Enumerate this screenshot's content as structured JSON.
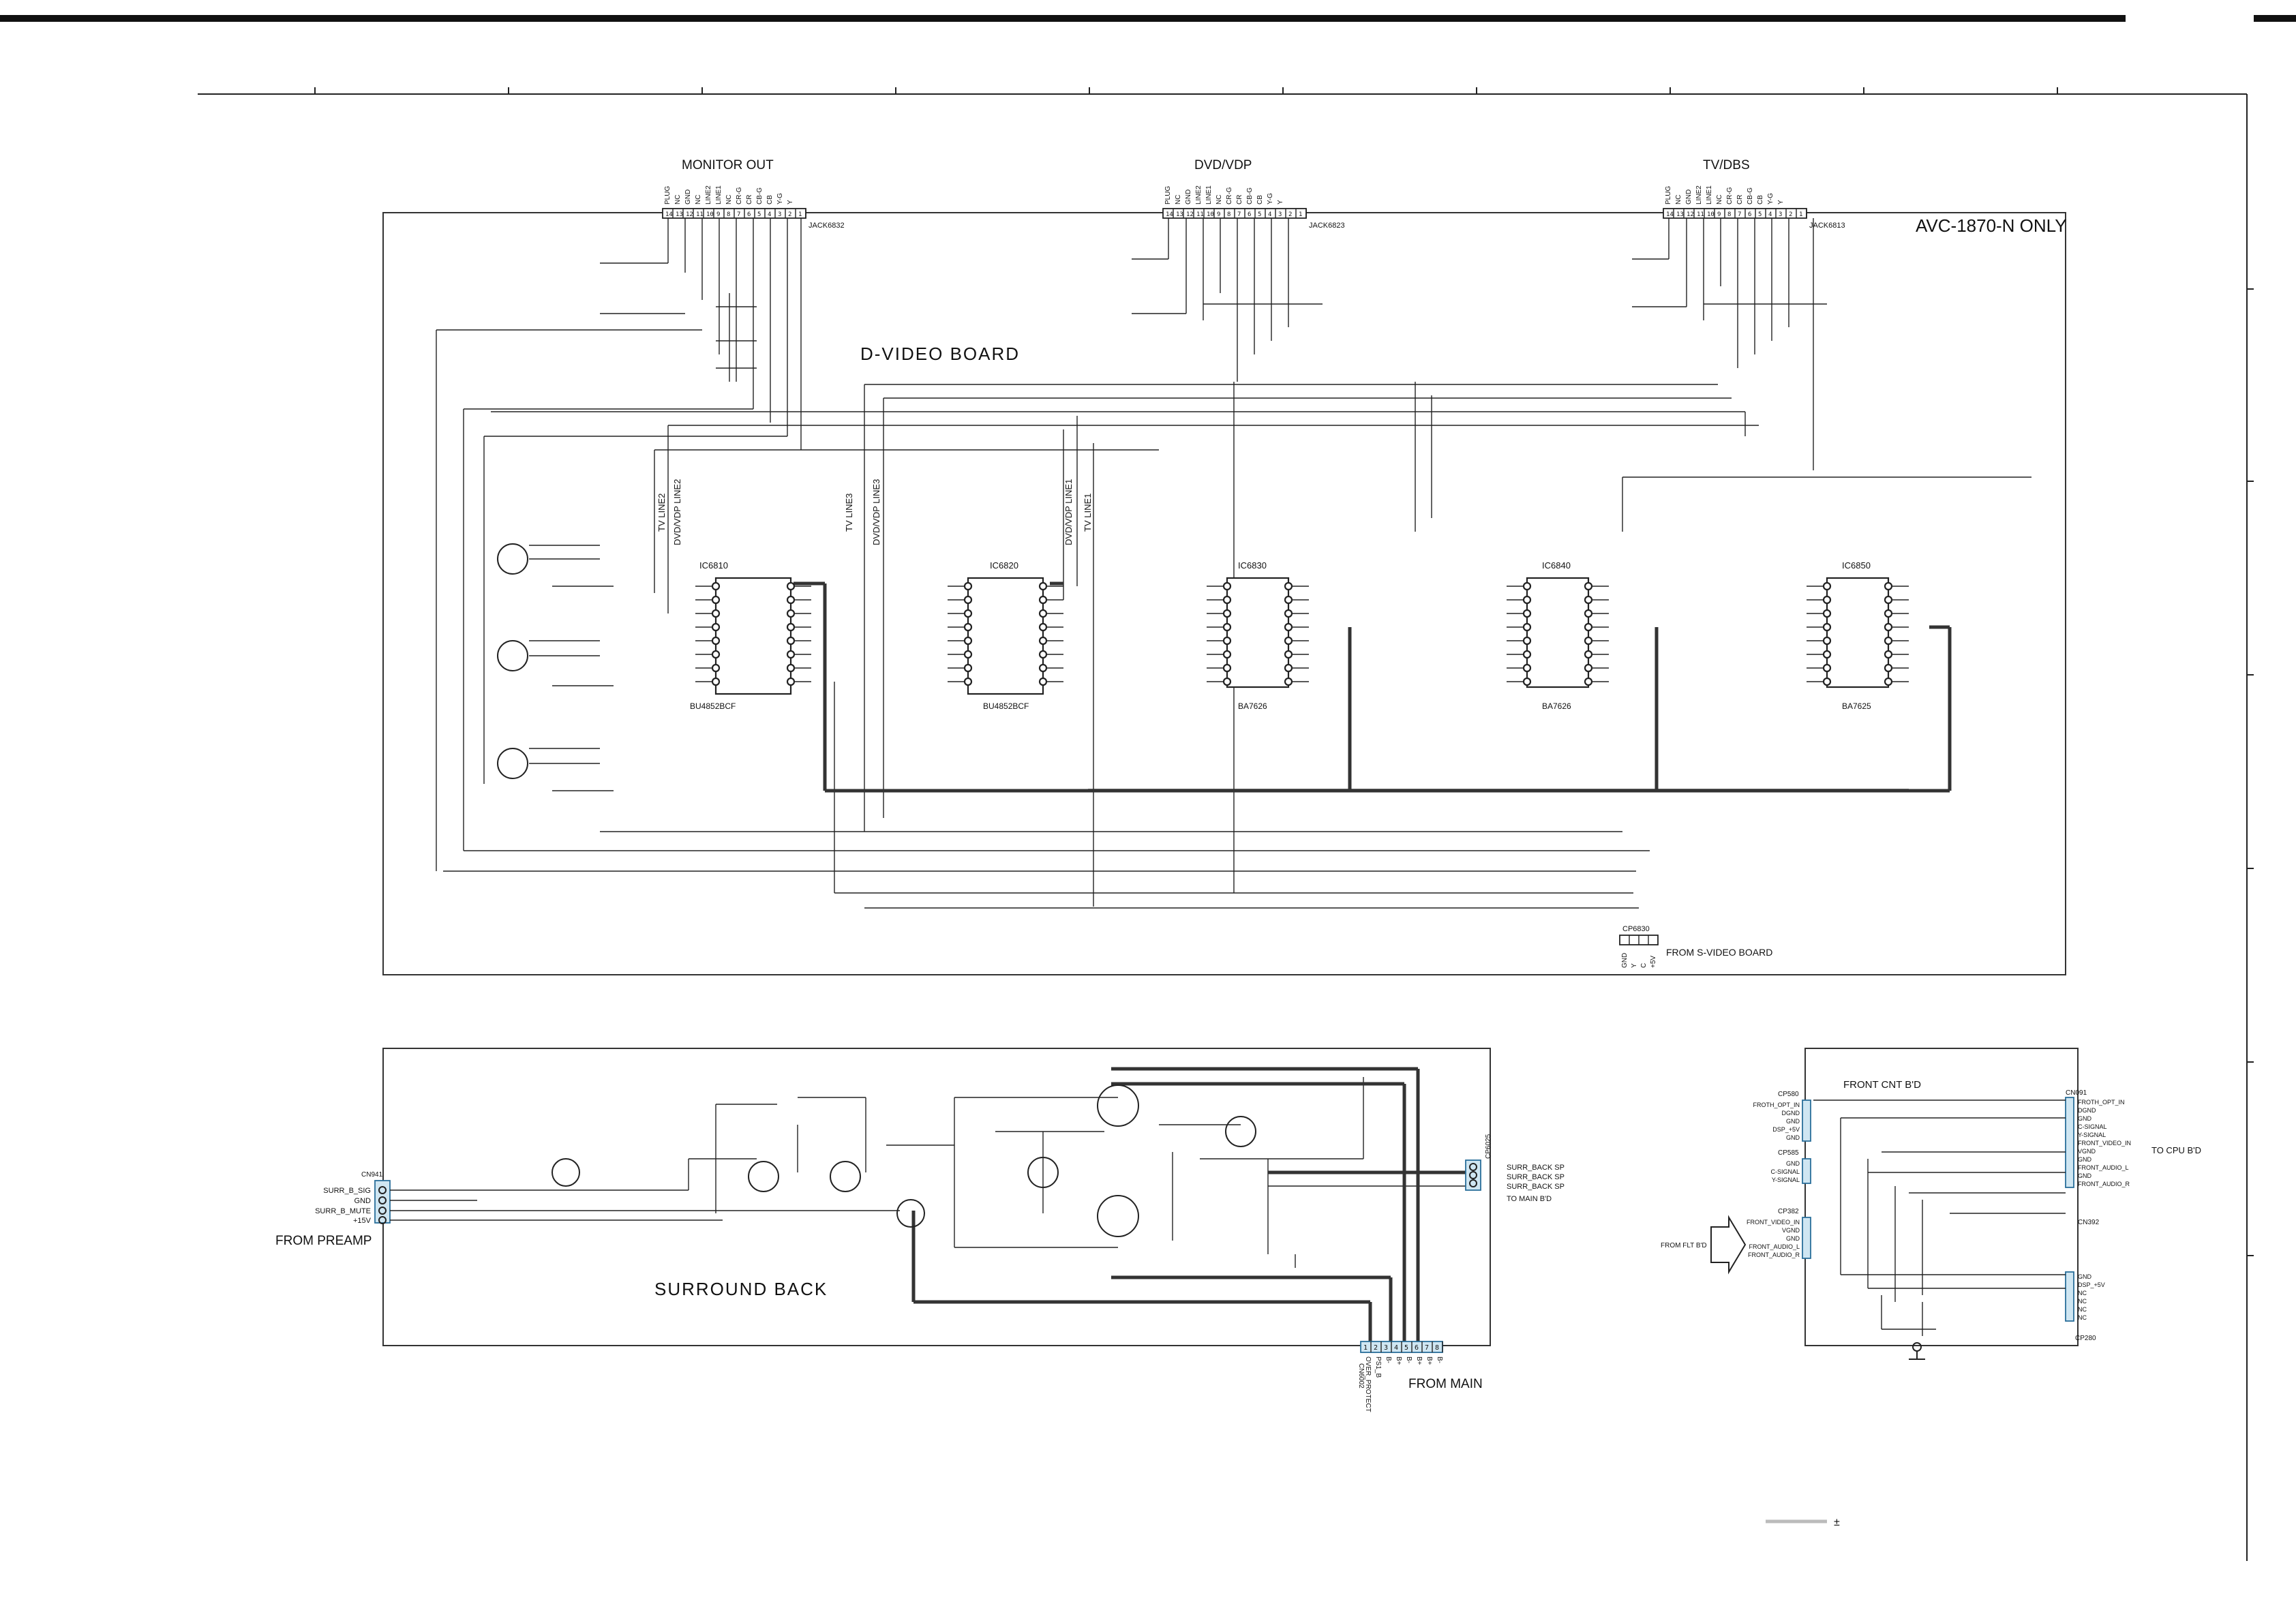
{
  "page": {
    "right_tag": "AVC-1870-N ONLY"
  },
  "dvideo": {
    "board_label": "D-VIDEO BOARD",
    "monitor_out": {
      "title": "MONITOR OUT",
      "jack": "JACK6832",
      "pins": [
        "PLUG",
        "NC",
        "GND",
        "NC",
        "LINE2",
        "LINE1",
        "NC",
        "CR-G",
        "CR",
        "CB-G",
        "CB",
        "Y-G",
        "Y"
      ],
      "pin_numbers": [
        "14",
        "13",
        "12",
        "11",
        "10",
        "9",
        "8",
        "7",
        "6",
        "5",
        "4",
        "3",
        "2",
        "1"
      ]
    },
    "dvd_vdp": {
      "title": "DVD/VDP",
      "jack": "JACK6823",
      "pins": [
        "PLUG",
        "NC",
        "GND",
        "LINE2",
        "LINE1",
        "NC",
        "CR-G",
        "CR",
        "CB-G",
        "CB",
        "Y-G",
        "Y"
      ],
      "pin_numbers": [
        "14",
        "13",
        "12",
        "11",
        "10",
        "9",
        "8",
        "7",
        "6",
        "5",
        "4",
        "3",
        "2",
        "1"
      ]
    },
    "tv_dbs": {
      "title": "TV/DBS",
      "jack": "JACK6813",
      "pins": [
        "PLUG",
        "NC",
        "GND",
        "LINE2",
        "LINE1",
        "NC",
        "CR-G",
        "CR",
        "CB-G",
        "CB",
        "Y-G",
        "Y"
      ],
      "pin_numbers": [
        "14",
        "13",
        "12",
        "11",
        "10",
        "9",
        "8",
        "7",
        "6",
        "5",
        "4",
        "3",
        "2",
        "1"
      ]
    },
    "vertical_labels": [
      "TV LINE2",
      "DVD/VDP LINE2",
      "TV LINE3",
      "DVD/VDP LINE3",
      "DVD/VDP LINE1",
      "TV LINE1"
    ],
    "ics": [
      {
        "ref": "IC6810",
        "part": "BU4852BCF"
      },
      {
        "ref": "IC6820",
        "part": "BU4852BCF"
      },
      {
        "ref": "IC6830",
        "part": "BA7626"
      },
      {
        "ref": "IC6840",
        "part": "BA7626"
      },
      {
        "ref": "IC6850",
        "part": "BA7625"
      }
    ],
    "connector": {
      "ref": "CP6830",
      "pins": [
        "GND",
        "Y",
        "C",
        "+5V"
      ],
      "from": "FROM S-VIDEO BOARD"
    }
  },
  "surround": {
    "board_label": "SURROUND BACK",
    "input_connector": {
      "ref": "CN941",
      "pins": [
        "SURR_B_SIG",
        "GND",
        "SURR_B_MUTE",
        "+15V"
      ],
      "from": "FROM PREAMP"
    },
    "output_connector": {
      "ref": "CP6025",
      "pins": [
        "SURR_BACK SP",
        "SURR_BACK SP",
        "SURR_BACK SP"
      ],
      "to": "TO MAIN B'D"
    },
    "main_connector": {
      "ref": "CN6002",
      "pins": [
        "OVER_PROTECT",
        "PS1_B",
        "B-",
        "B+",
        "B-",
        "B+",
        "B+",
        "B-"
      ],
      "pin_numbers": [
        "1",
        "2",
        "3",
        "4",
        "5",
        "6",
        "7",
        "8"
      ],
      "from": "FROM MAIN"
    }
  },
  "front_cnt": {
    "board_label": "FRONT CNT B'D",
    "left_connectors": [
      {
        "ref": "CP580",
        "pins": [
          "FROTH_OPT_IN",
          "DGND",
          "GND",
          "DSP_+5V",
          "GND"
        ]
      },
      {
        "ref": "CP585",
        "pins": [
          "GND",
          "C-SIGNAL",
          "Y-SIGNAL"
        ]
      },
      {
        "ref": "CP382",
        "pins": [
          "FRONT_VIDEO_IN",
          "VGND",
          "GND",
          "FRONT_AUDIO_L",
          "FRONT_AUDIO_R"
        ]
      }
    ],
    "right_connector": {
      "ref": "CN091",
      "pins": [
        "FROTH_OPT_IN",
        "DGND",
        "GND",
        "C-SIGNAL",
        "Y-SIGNAL",
        "FRONT_VIDEO_IN",
        "VGND",
        "GND",
        "FRONT_AUDIO_L",
        "GND",
        "FRONT_AUDIO_R"
      ],
      "to": "TO CPU B'D"
    },
    "lower_connector": {
      "ref": "CN392",
      "pins": [
        "GND",
        "DSP_+5V",
        "NC",
        "NC",
        "NC",
        "NC"
      ]
    },
    "bottom_ref": "CP280",
    "from": "FROM FLT B'D"
  }
}
